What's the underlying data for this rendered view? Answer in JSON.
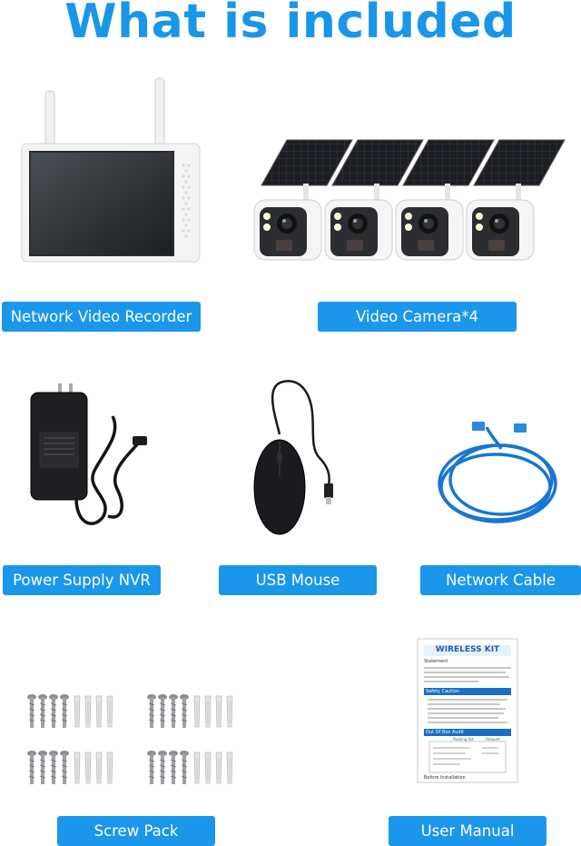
{
  "title": "What is included",
  "items": [
    {
      "label": "Network Video Recorder",
      "icon": "nvr-monitor-icon"
    },
    {
      "label": "Video Camera*4",
      "icon": "solar-camera-icon"
    },
    {
      "label": "Power Supply NVR",
      "icon": "power-adapter-icon"
    },
    {
      "label": "USB Mouse",
      "icon": "usb-mouse-icon"
    },
    {
      "label": "Network Cable",
      "icon": "network-cable-icon"
    },
    {
      "label": "Screw Pack",
      "icon": "screw-pack-icon"
    },
    {
      "label": "User Manual",
      "icon": "user-manual-icon"
    }
  ],
  "manual": {
    "heading": "WIRELESS KIT",
    "sections": [
      "Statement",
      "Safety Caution",
      "Out Of Box Audit"
    ],
    "table_headers": [
      "Packing list",
      "Amount"
    ],
    "footer": "Before Installation"
  },
  "colors": {
    "accent": "#1a96ea",
    "label_text": "#ffffff"
  }
}
